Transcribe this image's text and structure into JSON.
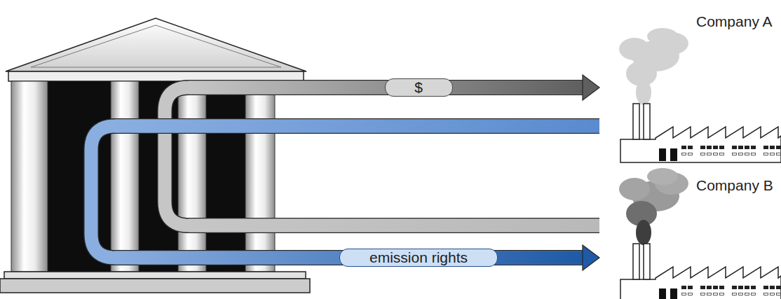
{
  "diagram": {
    "nodes": [
      {
        "text": [
          "Company A"
        ]
      },
      {
        "text": [
          "Company B"
        ]
      }
    ],
    "edges": [
      {
        "from": 1,
        "to": 0,
        "arrow": "to",
        "label": "$"
      },
      {
        "from": 0,
        "to": 1,
        "arrow": "to",
        "label": "emission rights"
      }
    ]
  }
}
